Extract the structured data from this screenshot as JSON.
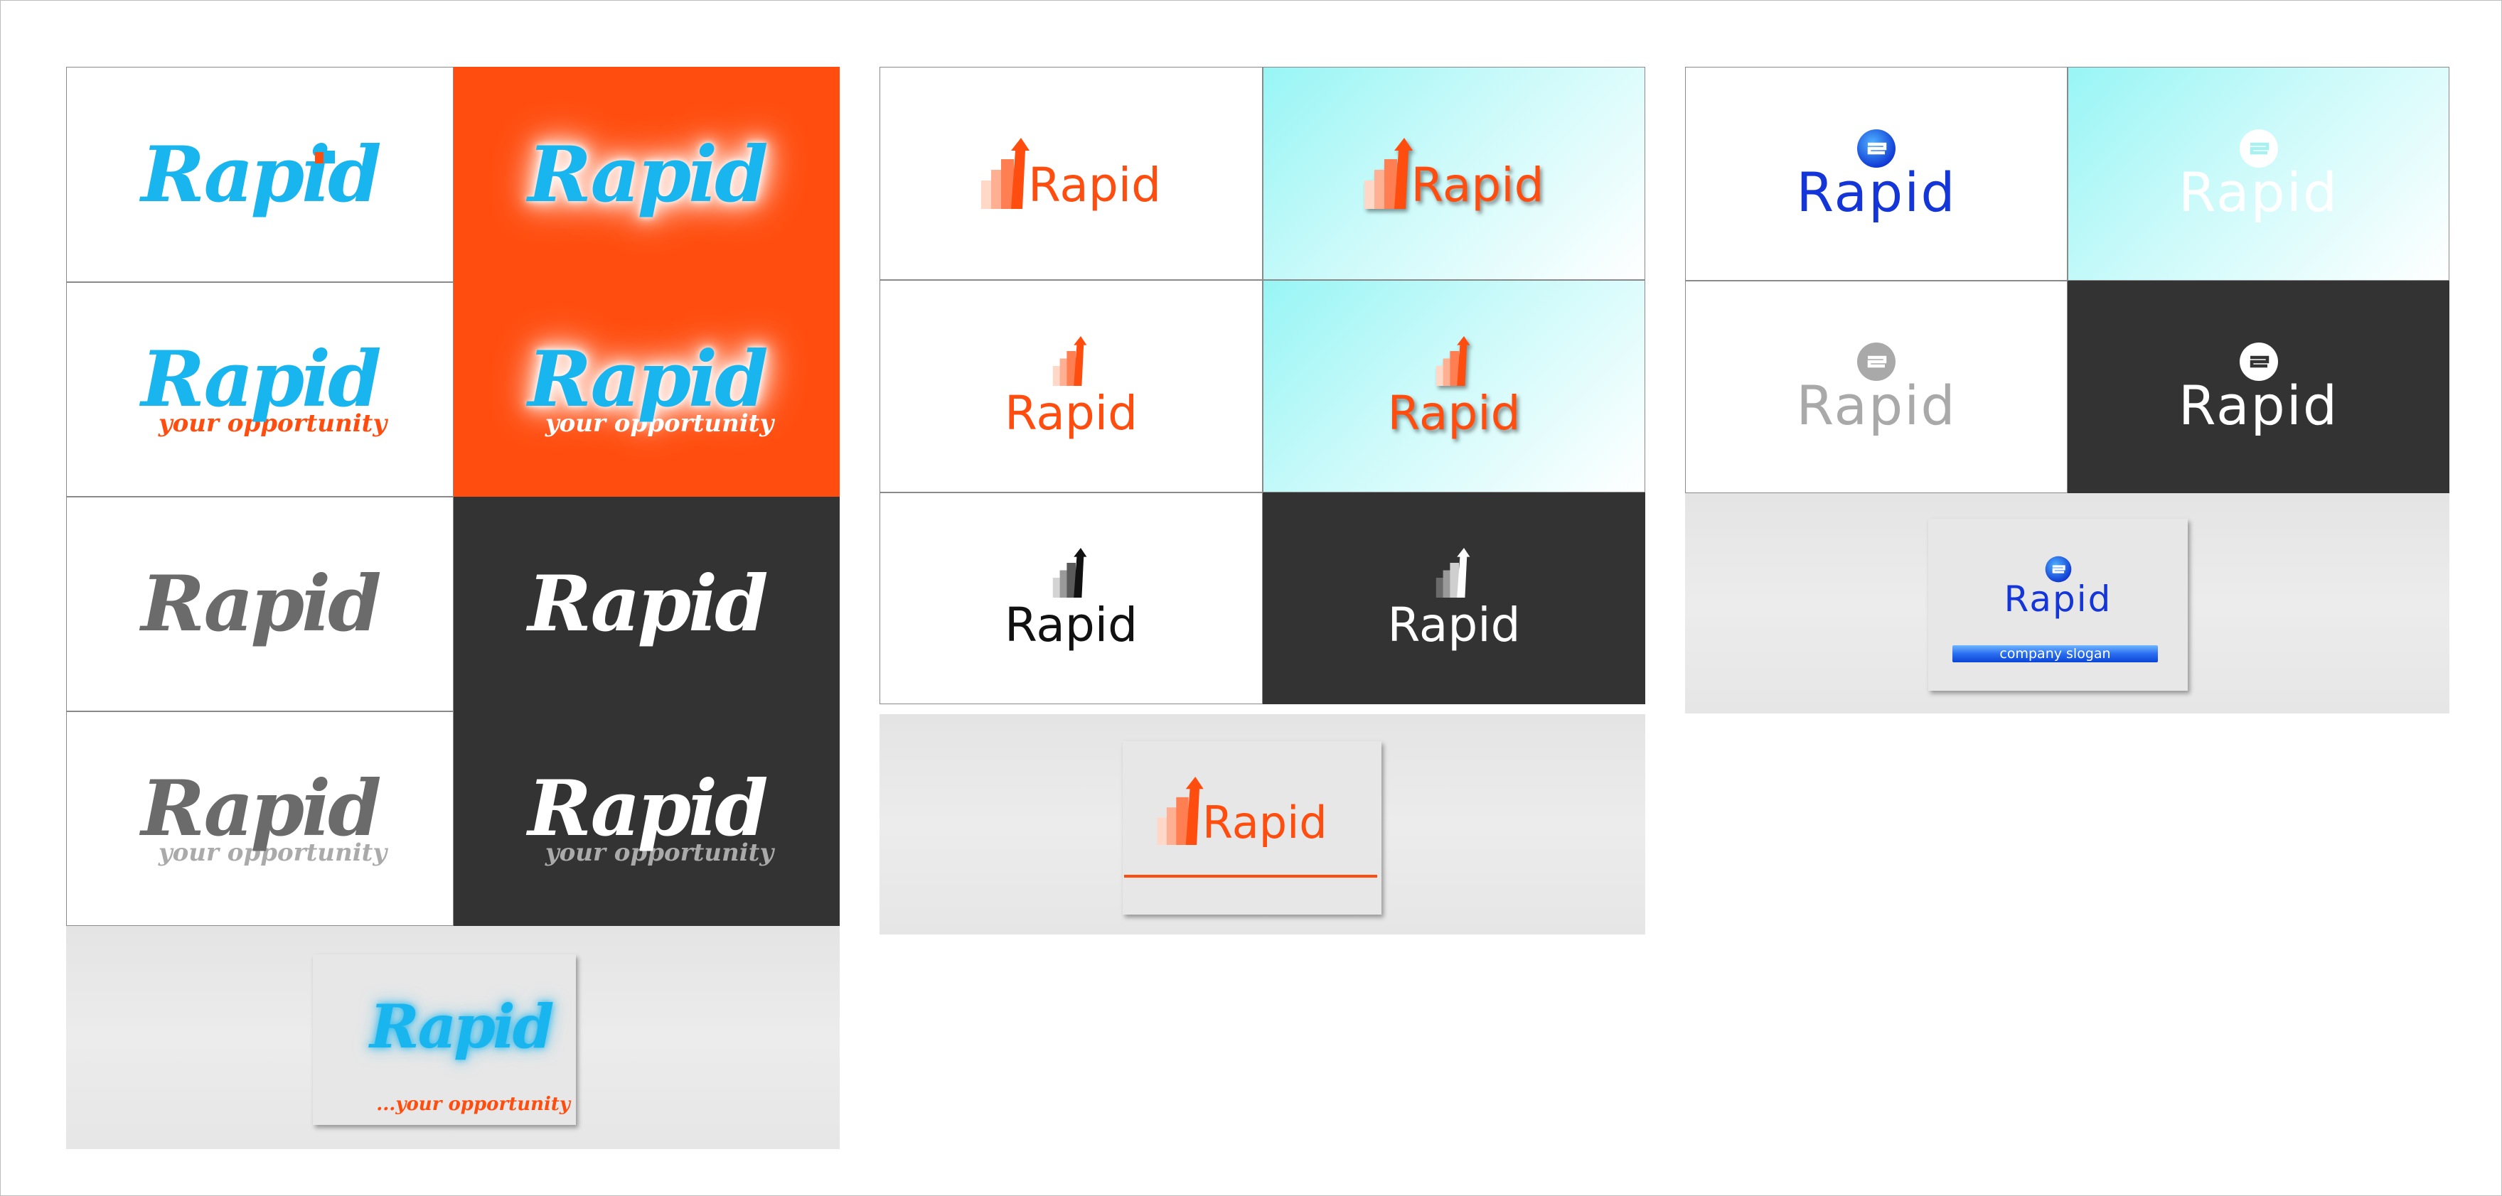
{
  "brand": {
    "name": "Rapid",
    "tagline_script": "your opportunity",
    "tagline_card": "...your opportunity",
    "slogan": "company slogan"
  },
  "colors": {
    "orange": "#ff4d0f",
    "cyan": "#19b5ee",
    "blue": "#1435d8",
    "dark": "#333333",
    "gray": "#6b6b6b",
    "mockup_bg": "#e8e8e8"
  },
  "icons": [
    "arrow-bar-chart-icon",
    "circle-s-emblem-icon",
    "script-accent-mark-icon"
  ],
  "groups": [
    {
      "style": "script",
      "variants": [
        "cyan on white",
        "cyan glow on orange",
        "cyan with orange tagline",
        "glow with white tagline on orange",
        "gray on white",
        "white on dark",
        "gray with tagline",
        "white with tagline on dark",
        "business card mockup"
      ]
    },
    {
      "style": "bar-chart",
      "variants": [
        "orange on white",
        "shadowed on cyan",
        "stacked orange",
        "stacked shadowed on cyan",
        "black on white",
        "white on dark",
        "business card mockup"
      ]
    },
    {
      "style": "circle-emblem",
      "variants": [
        "blue on white",
        "white on cyan",
        "gray on white",
        "white on dark",
        "business card mockup"
      ]
    }
  ]
}
